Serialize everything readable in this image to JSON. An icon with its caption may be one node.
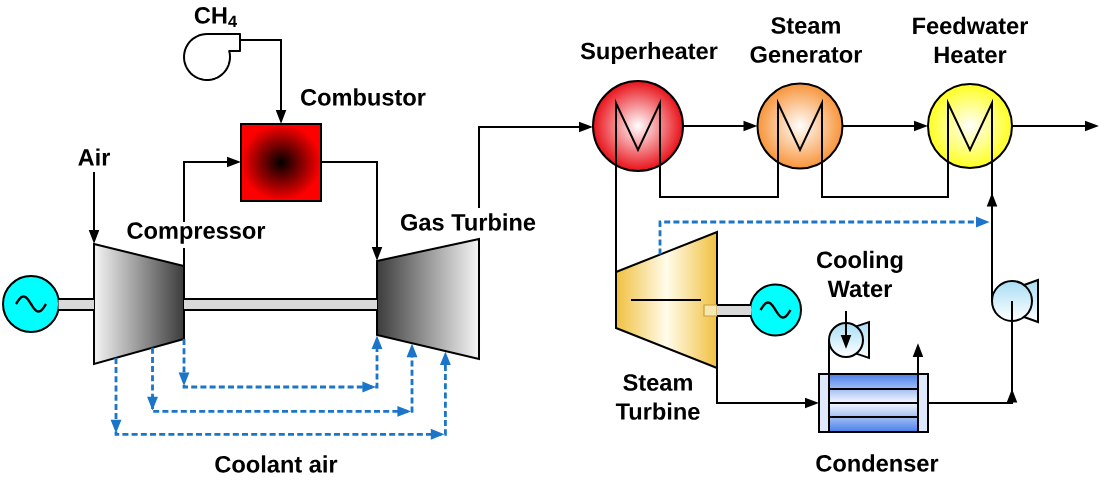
{
  "diagram": {
    "nodes": [
      {
        "text": [
          "CH$_{4}$"
        ]
      },
      {
        "text": [
          "Combustor"
        ]
      },
      {
        "text": [
          "Air"
        ]
      },
      {
        "text": [
          "Compressor"
        ]
      },
      {
        "text": [
          "Gas Turbine"
        ]
      },
      {
        "text": [],
        "shape": "circle"
      },
      {
        "text": [
          "Superheater"
        ]
      },
      {
        "text": [
          "Steam Generator"
        ]
      },
      {
        "text": [
          "Feedwater Heater"
        ]
      },
      {
        "text": [
          "Steam Turbine"
        ]
      },
      {
        "text": [],
        "shape": "circle"
      },
      {
        "text": [],
        "shape": "circle"
      },
      {
        "text": [
          "Cooling Water"
        ]
      },
      {
        "text": [
          "Condenser"
        ]
      },
      {
        "text": [],
        "shape": "circle"
      }
    ],
    "edges": [
      {
        "from": 0,
        "to": 1,
        "arrow": "to"
      },
      {
        "from": 2,
        "to": 3,
        "arrow": "to"
      },
      {
        "from": 3,
        "to": 1,
        "arrow": "to"
      },
      {
        "from": 1,
        "to": 4,
        "arrow": "to"
      },
      {
        "from": 5,
        "to": 3,
        "arrow": "none",
        "style": "thick"
      },
      {
        "from": 3,
        "to": 4,
        "arrow": "none",
        "style": "thick"
      },
      {
        "from": 3,
        "to": 4,
        "arrow": "to",
        "style": "dashed",
        "color": "#1b75c9"
      },
      {
        "from": 3,
        "to": 4,
        "arrow": "to",
        "style": "dashed",
        "color": "#1b75c9"
      },
      {
        "from": 3,
        "to": 4,
        "arrow": "to",
        "style": "dashed",
        "color": "#1b75c9"
      },
      {
        "from": 4,
        "to": 6,
        "arrow": "to"
      },
      {
        "from": 6,
        "to": 7,
        "arrow": "to"
      },
      {
        "from": 7,
        "to": 8,
        "arrow": "to"
      },
      {
        "from": 8,
        "to": null,
        "arrow": "to"
      },
      {
        "from": 8,
        "to": 7,
        "arrow": "none"
      },
      {
        "from": 7,
        "to": 6,
        "arrow": "none"
      },
      {
        "from": 6,
        "to": 9,
        "arrow": "none"
      },
      {
        "from": 9,
        "to": 10,
        "arrow": "none",
        "style": "thick"
      },
      {
        "from": 9,
        "to": 8,
        "arrow": "to",
        "style": "dashed",
        "color": "#1b75c9"
      },
      {
        "from": 9,
        "to": 13,
        "arrow": "to"
      },
      {
        "from": 13,
        "to": 14,
        "arrow": "to"
      },
      {
        "from": 14,
        "to": 8,
        "arrow": "to"
      },
      {
        "from": 11,
        "to": 13,
        "arrow": "none"
      },
      {
        "from": 13,
        "to": null,
        "arrow": "to"
      },
      {
        "from": 12,
        "to": 11,
        "arrow": "to"
      }
    ],
    "labels": [
      "Coolant air"
    ]
  }
}
